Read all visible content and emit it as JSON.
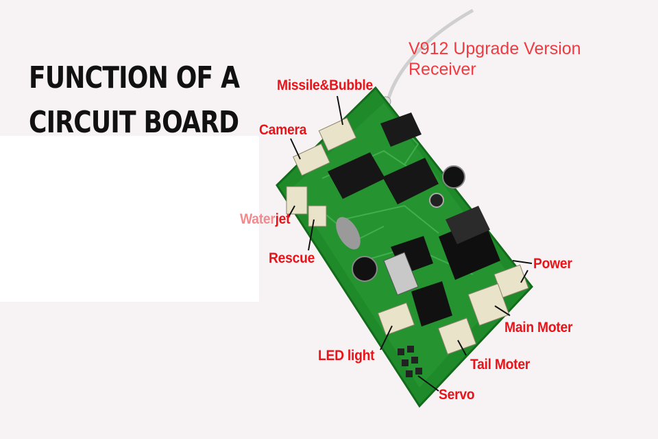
{
  "heading": {
    "line1": "FUNCTION OF A",
    "line2": "CIRCUIT BOARD"
  },
  "version": {
    "line1": "V912 Upgrade Version",
    "line2": "Receiver"
  },
  "labels": {
    "missile_bubble": "Missile&Bubble",
    "camera": "Camera",
    "water": "Water",
    "jet": "jet",
    "rescue": "Rescue",
    "power": "Power",
    "main_moter": "Main Moter",
    "led_light": "LED light",
    "tail_moter": "Tail Moter",
    "servo": "Servo"
  },
  "colors": {
    "label_red": "#e8141a",
    "board_green": "#1f8a2a",
    "heading": "#111111"
  }
}
